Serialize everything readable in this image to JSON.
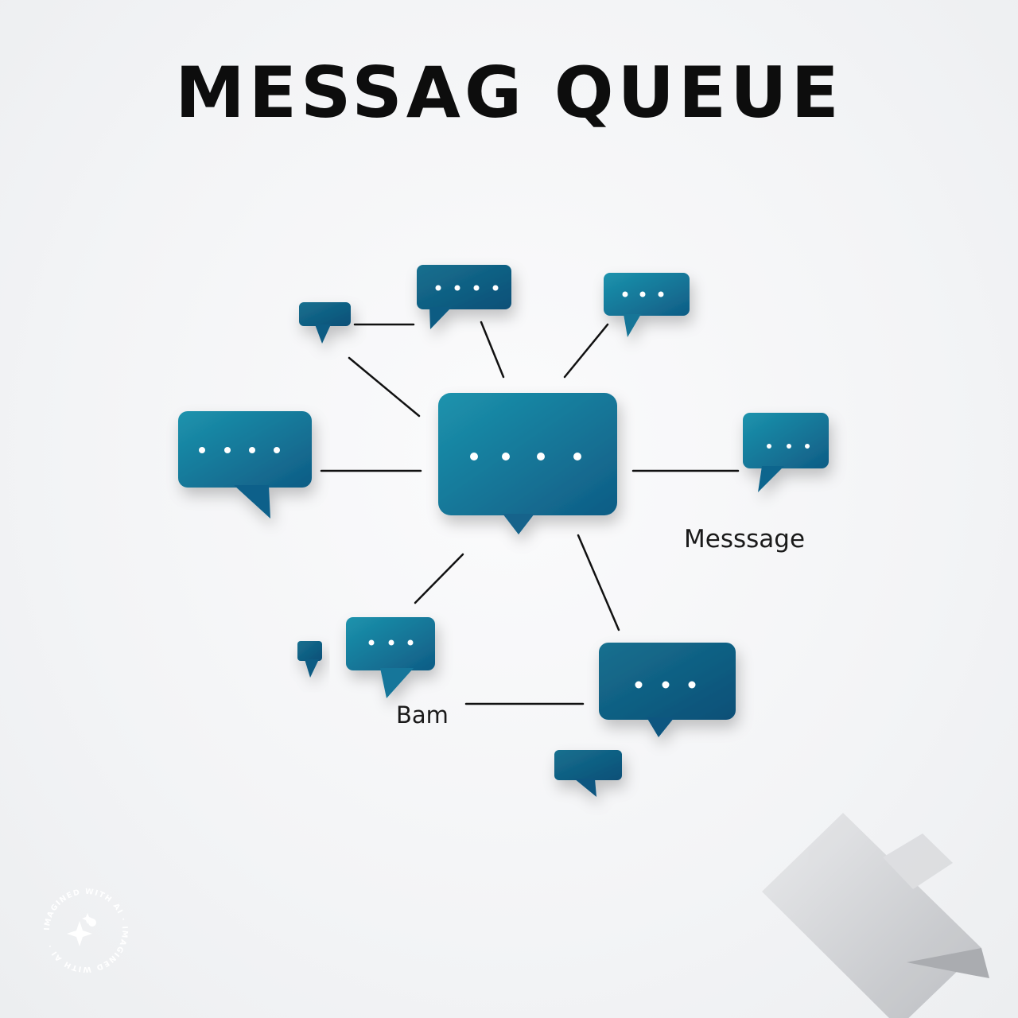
{
  "title": "MESSAG QUEUE",
  "labels": {
    "message": "Messsage",
    "bam": "Bam"
  },
  "watermark": {
    "text": "IMAGINED WITH AI · IMAGINED WITH AI ·",
    "icon": "sparkle-icon"
  },
  "colors": {
    "bubble_light": "#1c8ea8",
    "bubble_dark": "#0f5f87",
    "connector": "#111111",
    "title": "#0d0d0d",
    "decoration": "#c9cacd"
  },
  "nodes": [
    {
      "name": "central-message-bubble",
      "dots": 4
    },
    {
      "name": "top-left-small-bubble",
      "dots": 0
    },
    {
      "name": "top-middle-bubble",
      "dots": 4
    },
    {
      "name": "top-right-bubble",
      "dots": 3
    },
    {
      "name": "left-bubble",
      "dots": 4
    },
    {
      "name": "right-bubble",
      "dots": 3
    },
    {
      "name": "bottom-left-tiny-bubble",
      "dots": 0
    },
    {
      "name": "bottom-left-bubble",
      "dots": 3
    },
    {
      "name": "bottom-right-bubble",
      "dots": 3
    },
    {
      "name": "bottom-small-bubble",
      "dots": 0
    }
  ]
}
